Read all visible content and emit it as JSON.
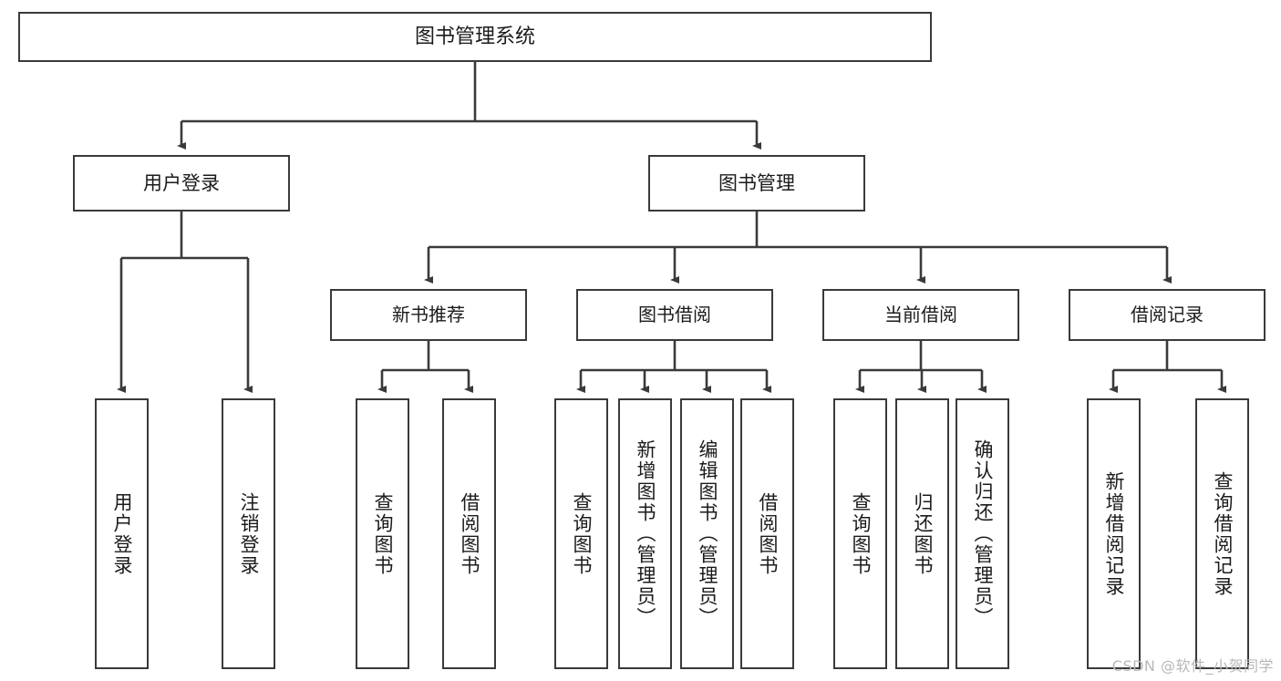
{
  "diagram": {
    "title": "图书管理系统",
    "type": "functional-decomposition-tree",
    "root": {
      "id": "root",
      "label": "图书管理系统"
    },
    "level1": [
      {
        "id": "user-login",
        "label": "用户登录"
      },
      {
        "id": "book-manage",
        "label": "图书管理"
      }
    ],
    "level2": [
      {
        "id": "new-book-recommend",
        "label": "新书推荐",
        "parent": "book-manage"
      },
      {
        "id": "book-borrow",
        "label": "图书借阅",
        "parent": "book-manage"
      },
      {
        "id": "current-borrow",
        "label": "当前借阅",
        "parent": "book-manage"
      },
      {
        "id": "borrow-record",
        "label": "借阅记录",
        "parent": "book-manage"
      }
    ],
    "leaves": [
      {
        "id": "leaf-user-login",
        "label": "用户登录",
        "parent": "user-login"
      },
      {
        "id": "leaf-logout-login",
        "label": "注销登录",
        "parent": "user-login"
      },
      {
        "id": "leaf-query-book-1",
        "label": "查询图书",
        "parent": "new-book-recommend"
      },
      {
        "id": "leaf-borrow-book-1",
        "label": "借阅图书",
        "parent": "new-book-recommend"
      },
      {
        "id": "leaf-query-book-2",
        "label": "查询图书",
        "parent": "book-borrow"
      },
      {
        "id": "leaf-add-book",
        "label": "新增图书（管理员）",
        "parent": "book-borrow"
      },
      {
        "id": "leaf-edit-book",
        "label": "编辑图书（管理员）",
        "parent": "book-borrow"
      },
      {
        "id": "leaf-borrow-book-2",
        "label": "借阅图书",
        "parent": "book-borrow"
      },
      {
        "id": "leaf-query-book-3",
        "label": "查询图书",
        "parent": "current-borrow"
      },
      {
        "id": "leaf-return-book",
        "label": "归还图书",
        "parent": "current-borrow"
      },
      {
        "id": "leaf-confirm-return",
        "label": "确认归还（管理员）",
        "parent": "current-borrow"
      },
      {
        "id": "leaf-add-record",
        "label": "新增借阅记录",
        "parent": "borrow-record"
      },
      {
        "id": "leaf-query-record",
        "label": "查询借阅记录",
        "parent": "borrow-record"
      }
    ],
    "colors": {
      "stroke": "#3a3a3a",
      "text": "#1b1b1b",
      "background": "#ffffff",
      "watermark": "#b8b8b8"
    }
  },
  "watermark": {
    "text": "CSDN @软件_小贺同学"
  }
}
